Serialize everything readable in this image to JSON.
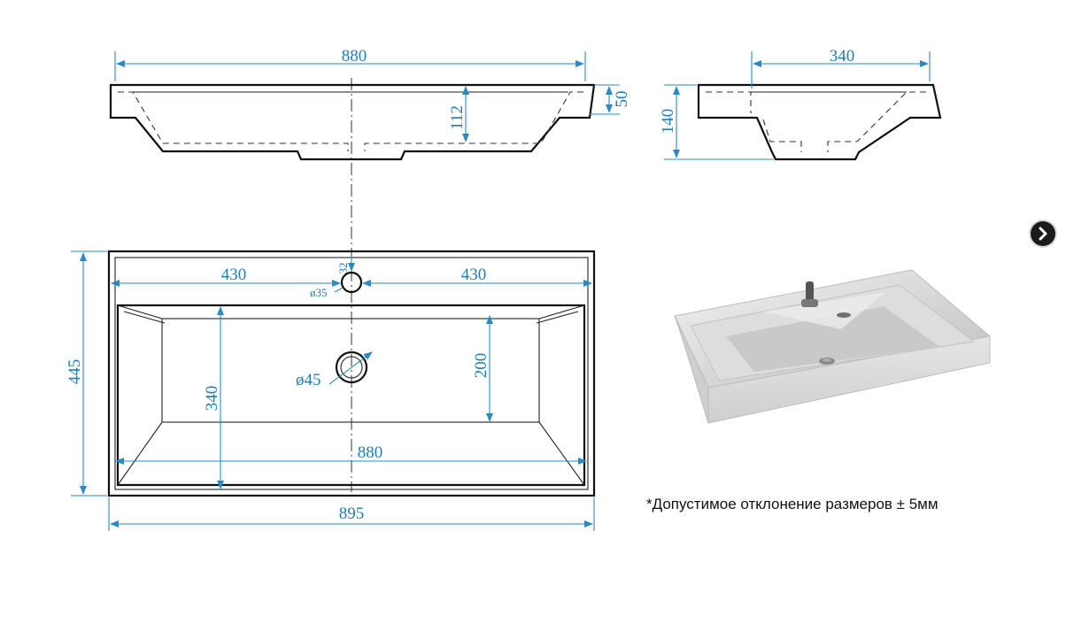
{
  "top_view": {
    "width_label": "880",
    "rim_height_label": "50",
    "depth_label": "112"
  },
  "side_view": {
    "width_label": "340",
    "height_label": "140"
  },
  "plan_view": {
    "left_offset_label": "430",
    "right_offset_label": "430",
    "tap_hole_offset_label": "32",
    "tap_hole_diameter_label": "ø35",
    "drain_diameter_label": "ø45",
    "depth_label": "445",
    "bowl_depth_label": "340",
    "drain_offset_label": "200",
    "inner_width_label": "880",
    "outer_width_label": "895"
  },
  "note": "*Допустимое отклонение размеров ± 5мм",
  "nav": {
    "icon": "chevron-right-icon"
  },
  "colors": {
    "dimension": "#1f7db8",
    "outline": "#111111"
  }
}
